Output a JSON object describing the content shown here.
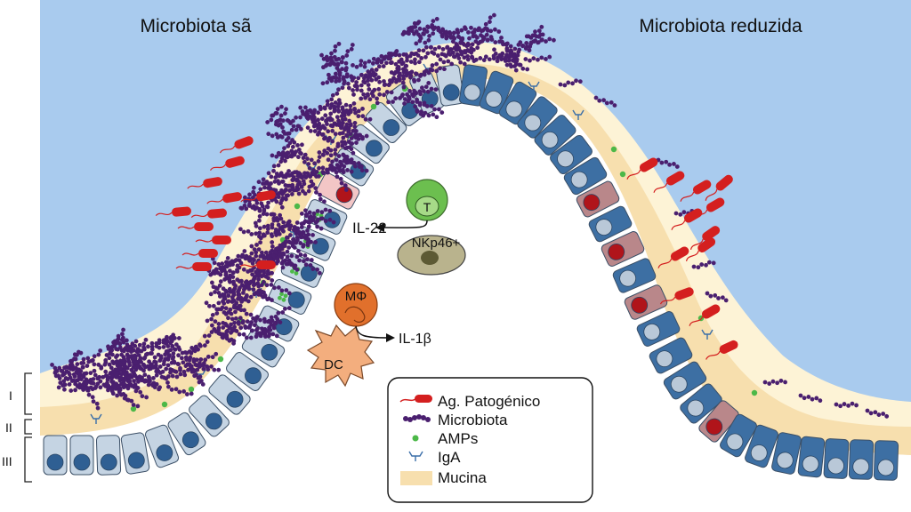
{
  "titles": {
    "left": "Microbiota sã",
    "right": "Microbiota reduzida"
  },
  "layer_labels": [
    "I",
    "II",
    "III"
  ],
  "cells": {
    "t_cell": "T",
    "nk_cell": "NKp46+",
    "macrophage": "MΦ",
    "dendritic_cell": "DC"
  },
  "cytokines": {
    "il22": "IL-22",
    "il1b": "IL-1β"
  },
  "legend": {
    "items": [
      {
        "key": "pathogen",
        "label": "Ag. Patogénico"
      },
      {
        "key": "microbiota",
        "label": "Microbiota"
      },
      {
        "key": "amps",
        "label": "AMPs"
      },
      {
        "key": "iga",
        "label": "IgA"
      },
      {
        "key": "mucin",
        "label": "Mucina"
      }
    ]
  },
  "colors": {
    "lumen": "#a9cbee",
    "mucus_outer": "#fdf3d6",
    "mucin": "#f7dfae",
    "cell_healthy": "#c5d4e3",
    "cell_reduced": "#3d6fa3",
    "cell_infected": "#b9878a",
    "nucleus": "#2f5f93",
    "pathogen": "#d41f1f",
    "microbiota": "#4a1f6f",
    "amp": "#4cb848",
    "iga": "#3a6ea8",
    "t_cell": "#6cbf4f",
    "nk_cell": "#b9b38d",
    "macrophage": "#e1702c",
    "dendritic_cell": "#f3ae7e"
  }
}
